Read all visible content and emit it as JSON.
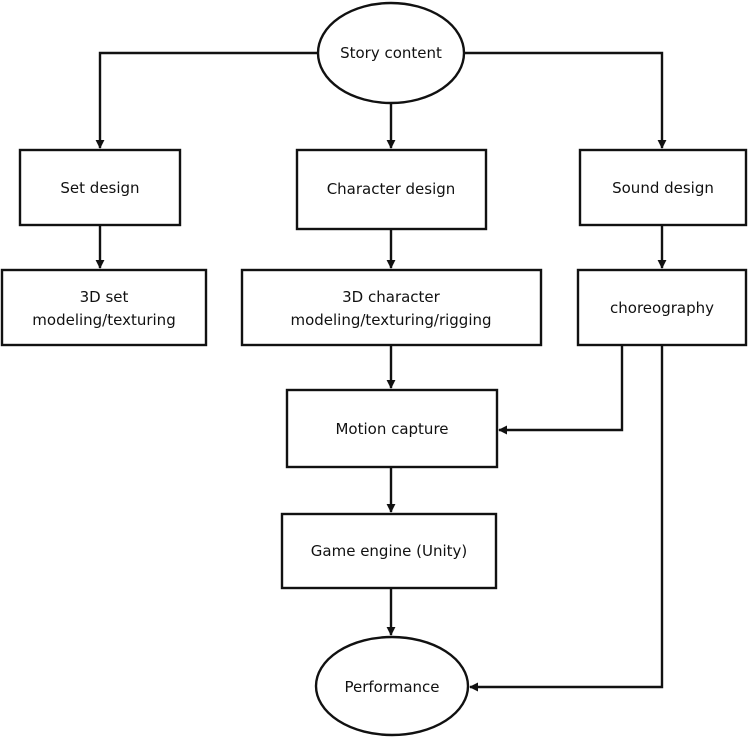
{
  "nodes": {
    "story_content": "Story content",
    "set_design": "Set design",
    "character_design": "Character design",
    "sound_design": "Sound design",
    "set_modeling_line1": "3D set",
    "set_modeling_line2": "modeling/texturing",
    "char_modeling_line1": "3D character",
    "char_modeling_line2": "modeling/texturing/rigging",
    "choreography": "choreography",
    "motion_capture": "Motion capture",
    "game_engine": "Game engine (Unity)",
    "performance": "Performance"
  },
  "edges": [
    {
      "from": "story_content",
      "to": "set_design"
    },
    {
      "from": "story_content",
      "to": "character_design"
    },
    {
      "from": "story_content",
      "to": "sound_design"
    },
    {
      "from": "set_design",
      "to": "set_modeling"
    },
    {
      "from": "character_design",
      "to": "char_modeling"
    },
    {
      "from": "sound_design",
      "to": "choreography"
    },
    {
      "from": "char_modeling",
      "to": "motion_capture"
    },
    {
      "from": "choreography",
      "to": "motion_capture"
    },
    {
      "from": "motion_capture",
      "to": "game_engine"
    },
    {
      "from": "game_engine",
      "to": "performance"
    },
    {
      "from": "choreography",
      "to": "performance"
    }
  ],
  "colors": {
    "stroke": "#111111",
    "fill": "#ffffff"
  }
}
